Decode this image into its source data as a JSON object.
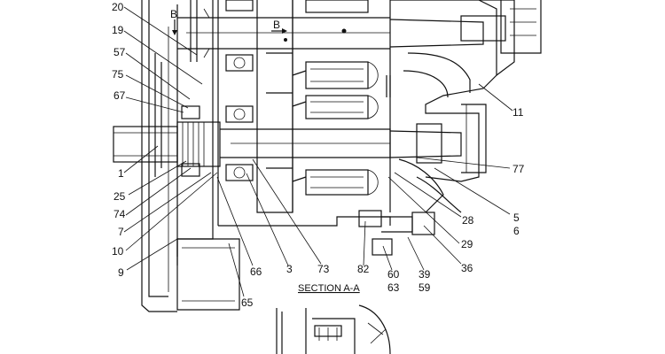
{
  "section_title": "SECTION A-A",
  "section_markers": [
    "B",
    "B"
  ],
  "callouts": [
    "20",
    "19",
    "57",
    "75",
    "67",
    "1",
    "25",
    "74",
    "7",
    "10",
    "9",
    "66",
    "65",
    "3",
    "73",
    "82",
    "60",
    "63",
    "39",
    "59",
    "36",
    "29",
    "28",
    "5",
    "6",
    "77",
    "11"
  ]
}
